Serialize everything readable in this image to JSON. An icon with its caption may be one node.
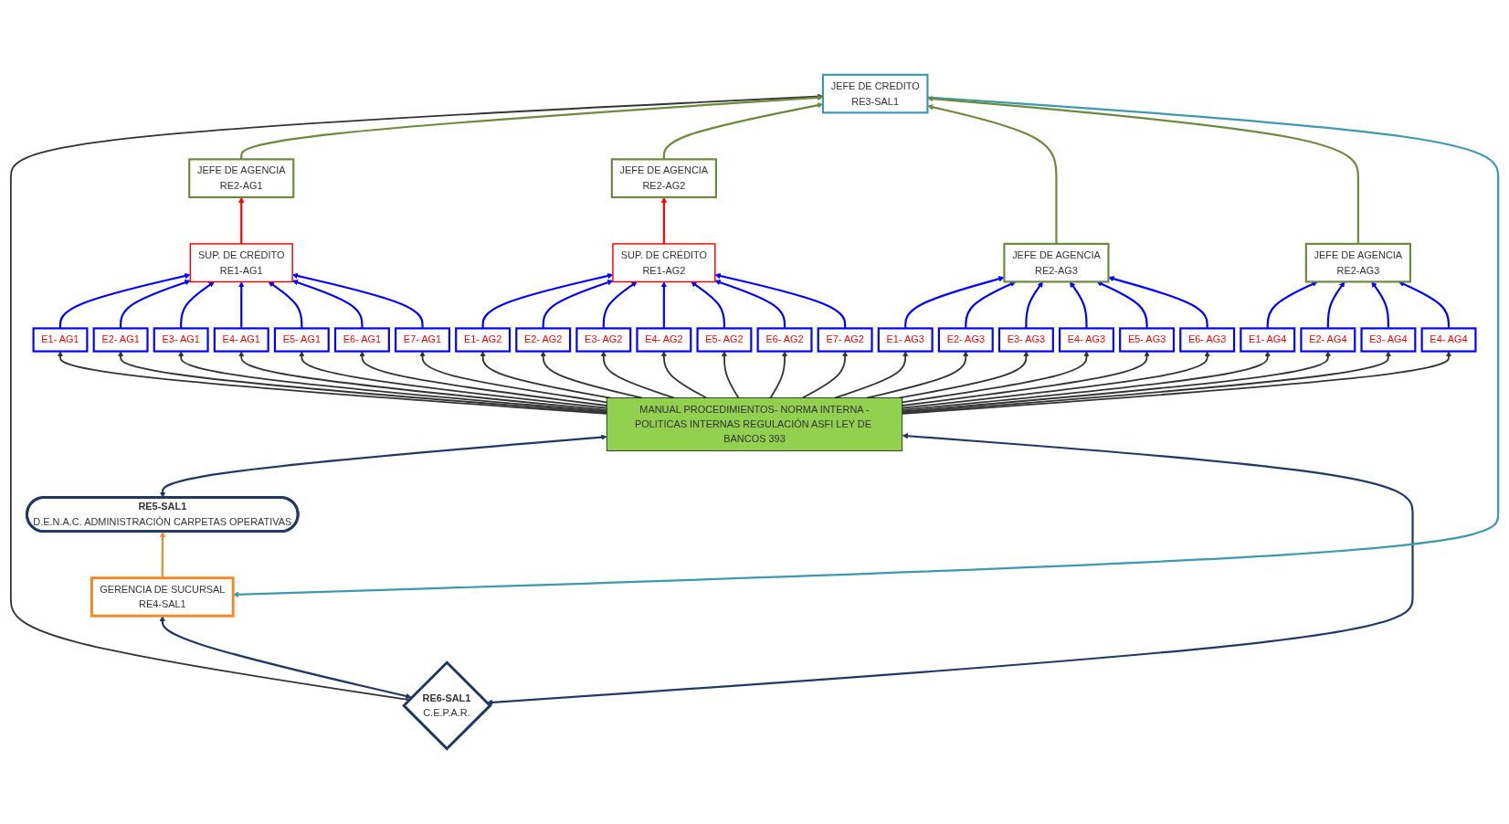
{
  "diagram": {
    "nodes": [
      {
        "text": [
          "RE6-SAL1",
          "C.E.P.A.R."
        ]
      },
      {
        "text": [
          "RE5-SAL1",
          "D.E.N.A.C. ADMINISTRACIÓN CARPETAS OPERATIVAS"
        ]
      },
      {
        "text": [
          "GERENCIA DE SUCURSAL",
          "RE4-SAL1"
        ]
      },
      {
        "text": [
          "JEFE DE CREDITO",
          "RE3-SAL1"
        ]
      },
      {
        "text": [
          "JEFE DE AGENCIA",
          "RE2-AG1"
        ]
      },
      {
        "text": [
          "SUP. DE CRÉDITO",
          "RE1-AG1"
        ]
      },
      {
        "text": [
          "JEFE DE AGENCIA",
          "RE2-AG2"
        ]
      },
      {
        "text": [
          "SUP. DE CRÉDITO",
          "RE1-AG2"
        ]
      },
      {
        "text": [
          "JEFE DE AGENCIA",
          "RE2-AG3"
        ]
      },
      {
        "text": [
          "JEFE DE AGENCIA",
          "RE2-AG3"
        ]
      },
      {
        "text": [
          "E1- AG1"
        ]
      },
      {
        "text": [
          "E2- AG1"
        ]
      },
      {
        "text": [
          "E3- AG1"
        ]
      },
      {
        "text": [
          "E4- AG1"
        ]
      },
      {
        "text": [
          "E5- AG1"
        ]
      },
      {
        "text": [
          "E6- AG1"
        ]
      },
      {
        "text": [
          "E7- AG1"
        ]
      },
      {
        "text": [
          "E1- AG2"
        ]
      },
      {
        "text": [
          "E2- AG2"
        ]
      },
      {
        "text": [
          "E3- AG2"
        ]
      },
      {
        "text": [
          "E4- AG2"
        ]
      },
      {
        "text": [
          "E5- AG2"
        ]
      },
      {
        "text": [
          "E6- AG2"
        ]
      },
      {
        "text": [
          "E7- AG2"
        ]
      },
      {
        "text": [
          "E1- AG3"
        ]
      },
      {
        "text": [
          "E2- AG3"
        ]
      },
      {
        "text": [
          "E3- AG3"
        ]
      },
      {
        "text": [
          "E4- AG3"
        ]
      },
      {
        "text": [
          "E5- AG3"
        ]
      },
      {
        "text": [
          "E6- AG3"
        ]
      },
      {
        "text": [
          "E1- AG4"
        ]
      },
      {
        "text": [
          "E2- AG4"
        ]
      },
      {
        "text": [
          "E3- AG4"
        ]
      },
      {
        "text": [
          "E4- AG4"
        ]
      },
      {
        "text": [
          "MANUAL PROCEDIMIENTOS- NORMA INTERNA -POLITICAS INTERNAS REGULACIÓN ASFI LEY DE BANCOS 393"
        ]
      }
    ],
    "edges": [
      {
        "from": 0,
        "to": 34,
        "arrow": "both",
        "color": "#1f3864"
      },
      {
        "from": 2,
        "to": 0,
        "arrow": "both",
        "color": "#1f3864"
      },
      {
        "from": 34,
        "to": 1,
        "arrow": "both",
        "color": "#1f3864"
      },
      {
        "from": 2,
        "to": 1,
        "arrow": "to",
        "color": "#f08a24"
      },
      {
        "from": 3,
        "to": 2,
        "arrow": "to",
        "color": "#3a9aae"
      },
      {
        "from": 0,
        "to": 3,
        "arrow": "to"
      },
      {
        "from": 4,
        "to": 3,
        "arrow": "to",
        "color": "#6b8a3a"
      },
      {
        "from": 6,
        "to": 3,
        "arrow": "to",
        "color": "#6b8a3a"
      },
      {
        "from": 8,
        "to": 3,
        "arrow": "to",
        "color": "#6b8a3a"
      },
      {
        "from": 9,
        "to": 3,
        "arrow": "to",
        "color": "#6b8a3a"
      },
      {
        "from": 5,
        "to": 4,
        "arrow": "to",
        "color": "#ff0000"
      },
      {
        "from": 7,
        "to": 6,
        "arrow": "to",
        "color": "#ff0000"
      },
      {
        "from": 10,
        "to": 5,
        "arrow": "to",
        "color": "#0000ff"
      },
      {
        "from": 11,
        "to": 5,
        "arrow": "to",
        "color": "#0000ff"
      },
      {
        "from": 12,
        "to": 5,
        "arrow": "to",
        "color": "#0000ff"
      },
      {
        "from": 13,
        "to": 5,
        "arrow": "to",
        "color": "#0000ff"
      },
      {
        "from": 14,
        "to": 5,
        "arrow": "to",
        "color": "#0000ff"
      },
      {
        "from": 15,
        "to": 5,
        "arrow": "to",
        "color": "#0000ff"
      },
      {
        "from": 16,
        "to": 5,
        "arrow": "to",
        "color": "#0000ff"
      },
      {
        "from": 17,
        "to": 7,
        "arrow": "to",
        "color": "#0000ff"
      },
      {
        "from": 18,
        "to": 7,
        "arrow": "to",
        "color": "#0000ff"
      },
      {
        "from": 19,
        "to": 7,
        "arrow": "to",
        "color": "#0000ff"
      },
      {
        "from": 20,
        "to": 7,
        "arrow": "to",
        "color": "#0000ff"
      },
      {
        "from": 21,
        "to": 7,
        "arrow": "to",
        "color": "#0000ff"
      },
      {
        "from": 22,
        "to": 7,
        "arrow": "to",
        "color": "#0000ff"
      },
      {
        "from": 23,
        "to": 7,
        "arrow": "to",
        "color": "#0000ff"
      },
      {
        "from": 24,
        "to": 8,
        "arrow": "to",
        "color": "#0000ff"
      },
      {
        "from": 25,
        "to": 8,
        "arrow": "to",
        "color": "#0000ff"
      },
      {
        "from": 26,
        "to": 8,
        "arrow": "to",
        "color": "#0000ff"
      },
      {
        "from": 27,
        "to": 8,
        "arrow": "to",
        "color": "#0000ff"
      },
      {
        "from": 28,
        "to": 8,
        "arrow": "to",
        "color": "#0000ff"
      },
      {
        "from": 29,
        "to": 8,
        "arrow": "to",
        "color": "#0000ff"
      },
      {
        "from": 30,
        "to": 9,
        "arrow": "to",
        "color": "#0000ff"
      },
      {
        "from": 31,
        "to": 9,
        "arrow": "to",
        "color": "#0000ff"
      },
      {
        "from": 32,
        "to": 9,
        "arrow": "to",
        "color": "#0000ff"
      },
      {
        "from": 33,
        "to": 9,
        "arrow": "to",
        "color": "#0000ff"
      },
      {
        "from": 34,
        "to": 10,
        "arrow": "to"
      },
      {
        "from": 34,
        "to": 11,
        "arrow": "to"
      },
      {
        "from": 34,
        "to": 12,
        "arrow": "to"
      },
      {
        "from": 34,
        "to": 13,
        "arrow": "to"
      },
      {
        "from": 34,
        "to": 14,
        "arrow": "to"
      },
      {
        "from": 34,
        "to": 15,
        "arrow": "to"
      },
      {
        "from": 34,
        "to": 16,
        "arrow": "to"
      },
      {
        "from": 34,
        "to": 17,
        "arrow": "to"
      },
      {
        "from": 34,
        "to": 18,
        "arrow": "to"
      },
      {
        "from": 34,
        "to": 19,
        "arrow": "to"
      },
      {
        "from": 34,
        "to": 20,
        "arrow": "to"
      },
      {
        "from": 34,
        "to": 21,
        "arrow": "to"
      },
      {
        "from": 34,
        "to": 22,
        "arrow": "to"
      },
      {
        "from": 34,
        "to": 23,
        "arrow": "to"
      },
      {
        "from": 34,
        "to": 24,
        "arrow": "to"
      },
      {
        "from": 34,
        "to": 25,
        "arrow": "to"
      },
      {
        "from": 34,
        "to": 26,
        "arrow": "to"
      },
      {
        "from": 34,
        "to": 27,
        "arrow": "to"
      },
      {
        "from": 34,
        "to": 28,
        "arrow": "to"
      },
      {
        "from": 34,
        "to": 29,
        "arrow": "to"
      },
      {
        "from": 34,
        "to": 30,
        "arrow": "to"
      },
      {
        "from": 34,
        "to": 31,
        "arrow": "to"
      },
      {
        "from": 34,
        "to": 32,
        "arrow": "to"
      },
      {
        "from": 34,
        "to": 33,
        "arrow": "to"
      }
    ]
  }
}
